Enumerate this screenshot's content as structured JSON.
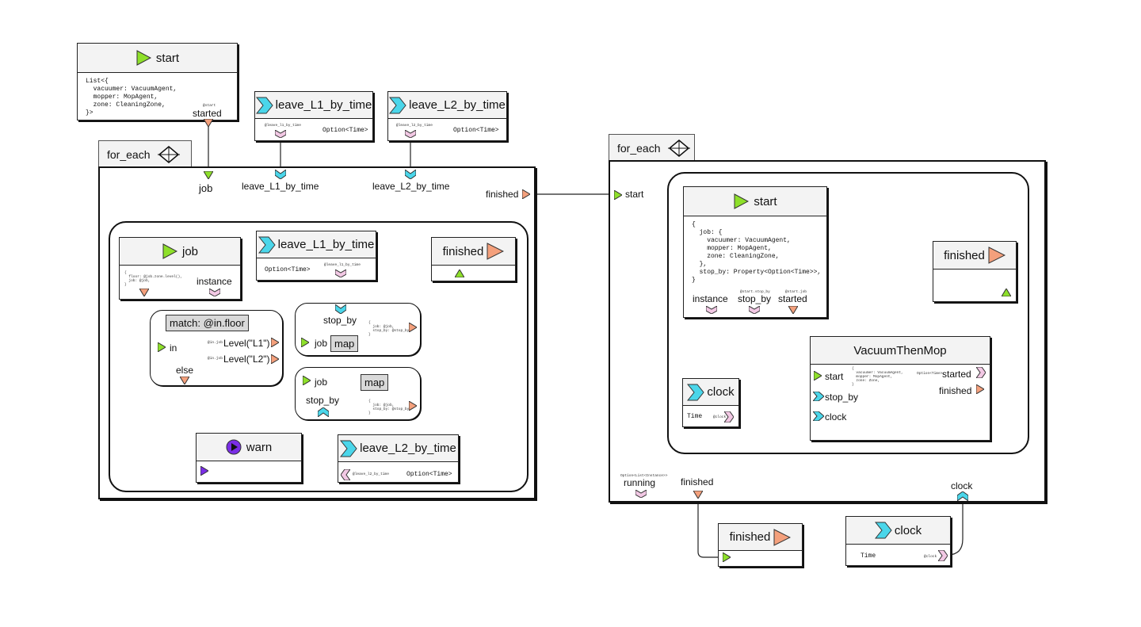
{
  "colors": {
    "start_green": "#8ee02a",
    "finish_orange": "#f4a07c",
    "event_cyan": "#4ad6ea",
    "prop_pink": "#f2c8e4",
    "warn_purple": "#7a2ee6",
    "map_gray": "#d9d9d9"
  },
  "icons": [
    "play-icon",
    "chevron-icon",
    "for-each-icon",
    "warn-icon",
    "finished-triangle-icon"
  ],
  "top_start": {
    "title": "start",
    "code": "List<{\n  vacuumer: VacuumAgent,\n  mopper: MopAgent,\n  zone: CleaningZone,\n}>",
    "tiny": "@start",
    "port": "started"
  },
  "top_leave1": {
    "title": "leave_L1_by_time",
    "tiny": "@leave_l1_by_time",
    "type": "Option<Time>"
  },
  "top_leave2": {
    "title": "leave_L2_by_time",
    "tiny": "@leave_l2_by_time",
    "type": "Option<Time>"
  },
  "foreach1": {
    "tab": "for_each",
    "in_job": "job",
    "in_l1": "leave_L1_by_time",
    "in_l2": "leave_L2_by_time",
    "out_finished": "finished",
    "job_node": {
      "title": "job",
      "code": "{\n  floor: @job.zone.level(),\n  job: @job,\n}",
      "port": "instance"
    },
    "leave1_node": {
      "title": "leave_L1_by_time",
      "type": "Option<Time>",
      "tiny": "@leave_l1_by_time"
    },
    "finished_node": {
      "title": "finished"
    },
    "match_node": {
      "title": "match: @in.floor",
      "in": "in",
      "case1": "Level(\"L1\")",
      "case2": "Level(\"L2\")",
      "else": "else",
      "tiny": "@in.job"
    },
    "map1": {
      "stop_by": "stop_by",
      "job": "job",
      "btn": "map",
      "code": "{\n  job: @job,\n  stop_by: @stop_by,\n}"
    },
    "map2": {
      "stop_by": "stop_by",
      "job": "job",
      "btn": "map",
      "code": "{\n  job: @job,\n  stop_by: @stop_by,\n}"
    },
    "warn_node": {
      "title": "warn"
    },
    "leave2_node": {
      "title": "leave_L2_by_time",
      "type": "Option<Time>",
      "tiny": "@leave_l2_by_time"
    }
  },
  "foreach2": {
    "tab": "for_each",
    "in_start": "start",
    "out_running": "running",
    "running_tiny": "Option<List<Instance>>",
    "out_finished": "finished",
    "out_clock": "clock",
    "start_node": {
      "title": "start",
      "code": "{\n  job: {\n    vacuumer: VacuumAgent,\n    mopper: MopAgent,\n    zone: CleaningZone,\n  },\n  stop_by: Property<Option<Time>>,\n}",
      "p1": "instance",
      "p2": "stop_by",
      "p3": "started",
      "tiny2": "@start.stop_by",
      "tiny3": "@start.job"
    },
    "finished_node": {
      "title": "finished"
    },
    "clock_node": {
      "title": "clock",
      "type": "Time",
      "tiny": "@clock"
    },
    "vtm": {
      "title": "VacuumThenMop",
      "in1": "start",
      "in2": "stop_by",
      "in3": "clock",
      "out1": "started",
      "out2": "finished",
      "code": "{\n  vacuumer: VacuumAgent,\n  mopper: MopAgent,\n  zone: Zone,\n}",
      "tiny": "Option<Time>"
    }
  },
  "bottom_finished": {
    "title": "finished"
  },
  "bottom_clock": {
    "title": "clock",
    "type": "Time",
    "tiny": "@clock"
  }
}
